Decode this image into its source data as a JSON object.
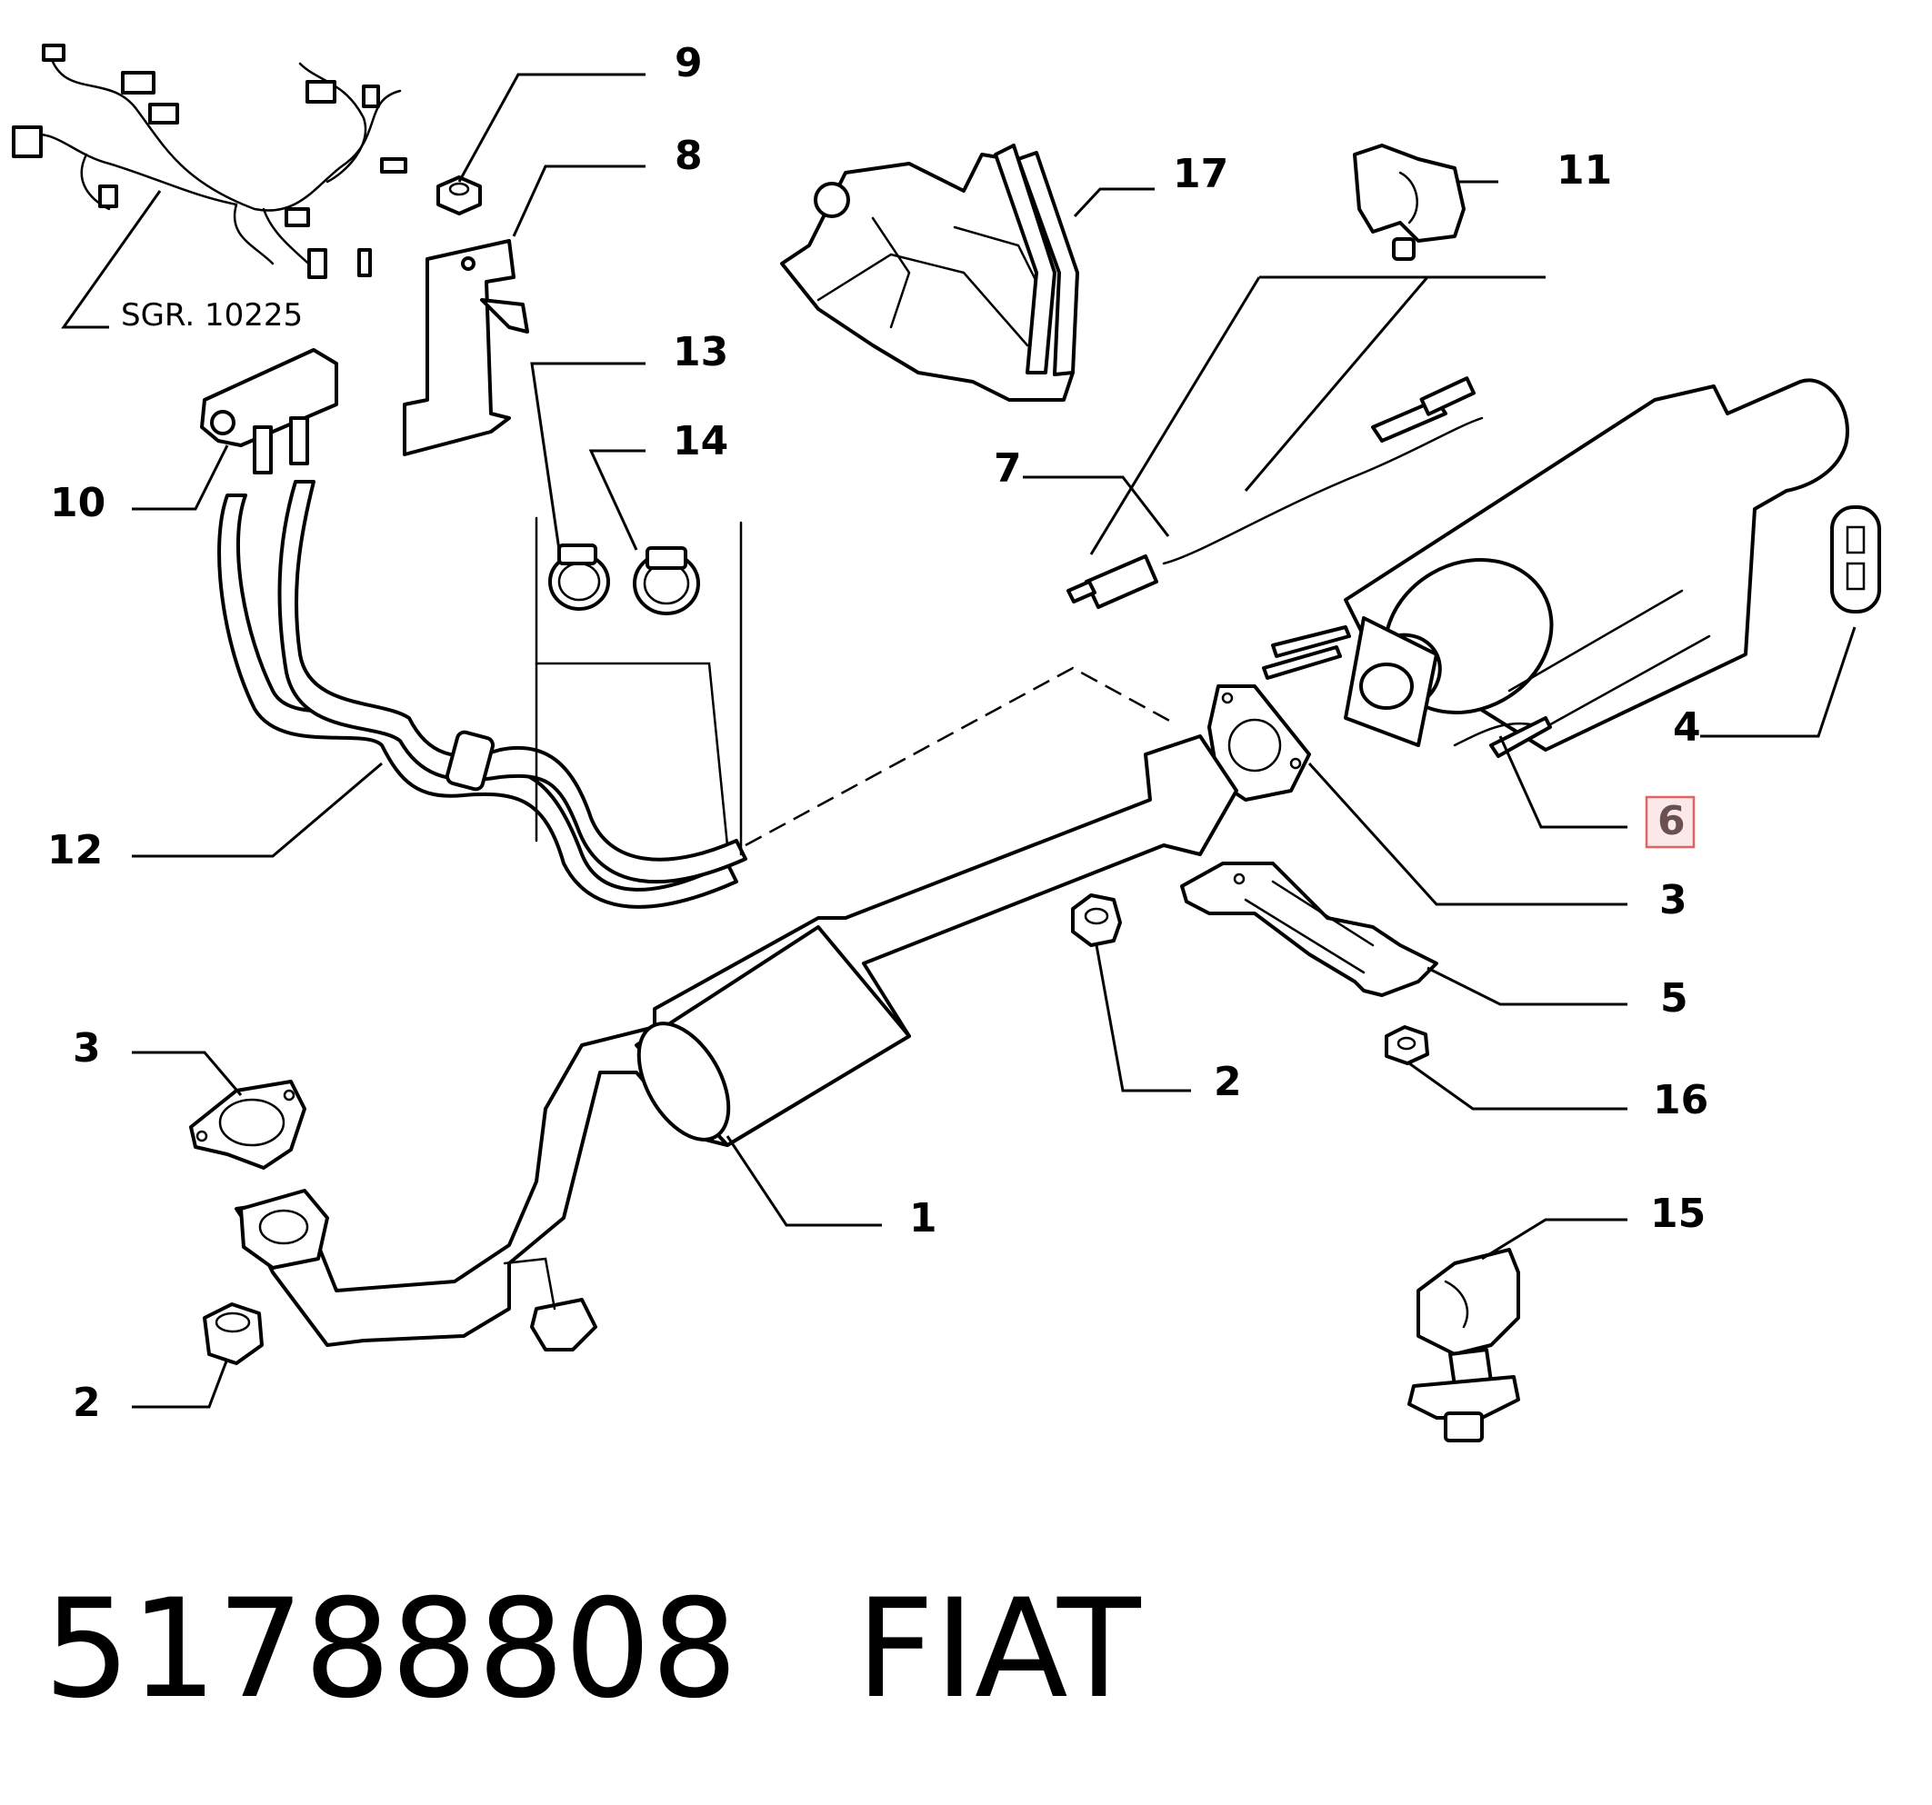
{
  "diagram": {
    "sub_group_ref": "SGR. 10225",
    "highlighted_callout": "6",
    "callouts": [
      {
        "id": "c1",
        "label": "1"
      },
      {
        "id": "c2a",
        "label": "2"
      },
      {
        "id": "c2b",
        "label": "2"
      },
      {
        "id": "c3a",
        "label": "3"
      },
      {
        "id": "c3b",
        "label": "3"
      },
      {
        "id": "c4",
        "label": "4"
      },
      {
        "id": "c5",
        "label": "5"
      },
      {
        "id": "c6",
        "label": "6"
      },
      {
        "id": "c7",
        "label": "7"
      },
      {
        "id": "c8",
        "label": "8"
      },
      {
        "id": "c9",
        "label": "9"
      },
      {
        "id": "c10",
        "label": "10"
      },
      {
        "id": "c11",
        "label": "11"
      },
      {
        "id": "c12",
        "label": "12"
      },
      {
        "id": "c13",
        "label": "13"
      },
      {
        "id": "c14",
        "label": "14"
      },
      {
        "id": "c15",
        "label": "15"
      },
      {
        "id": "c16",
        "label": "16"
      },
      {
        "id": "c17",
        "label": "17"
      }
    ],
    "colors": {
      "line": "#000000",
      "highlight_border": "#e06464",
      "highlight_fill": "#fbe9e9"
    }
  },
  "footer": {
    "part_number": "51788808",
    "brand": "FIAT"
  }
}
